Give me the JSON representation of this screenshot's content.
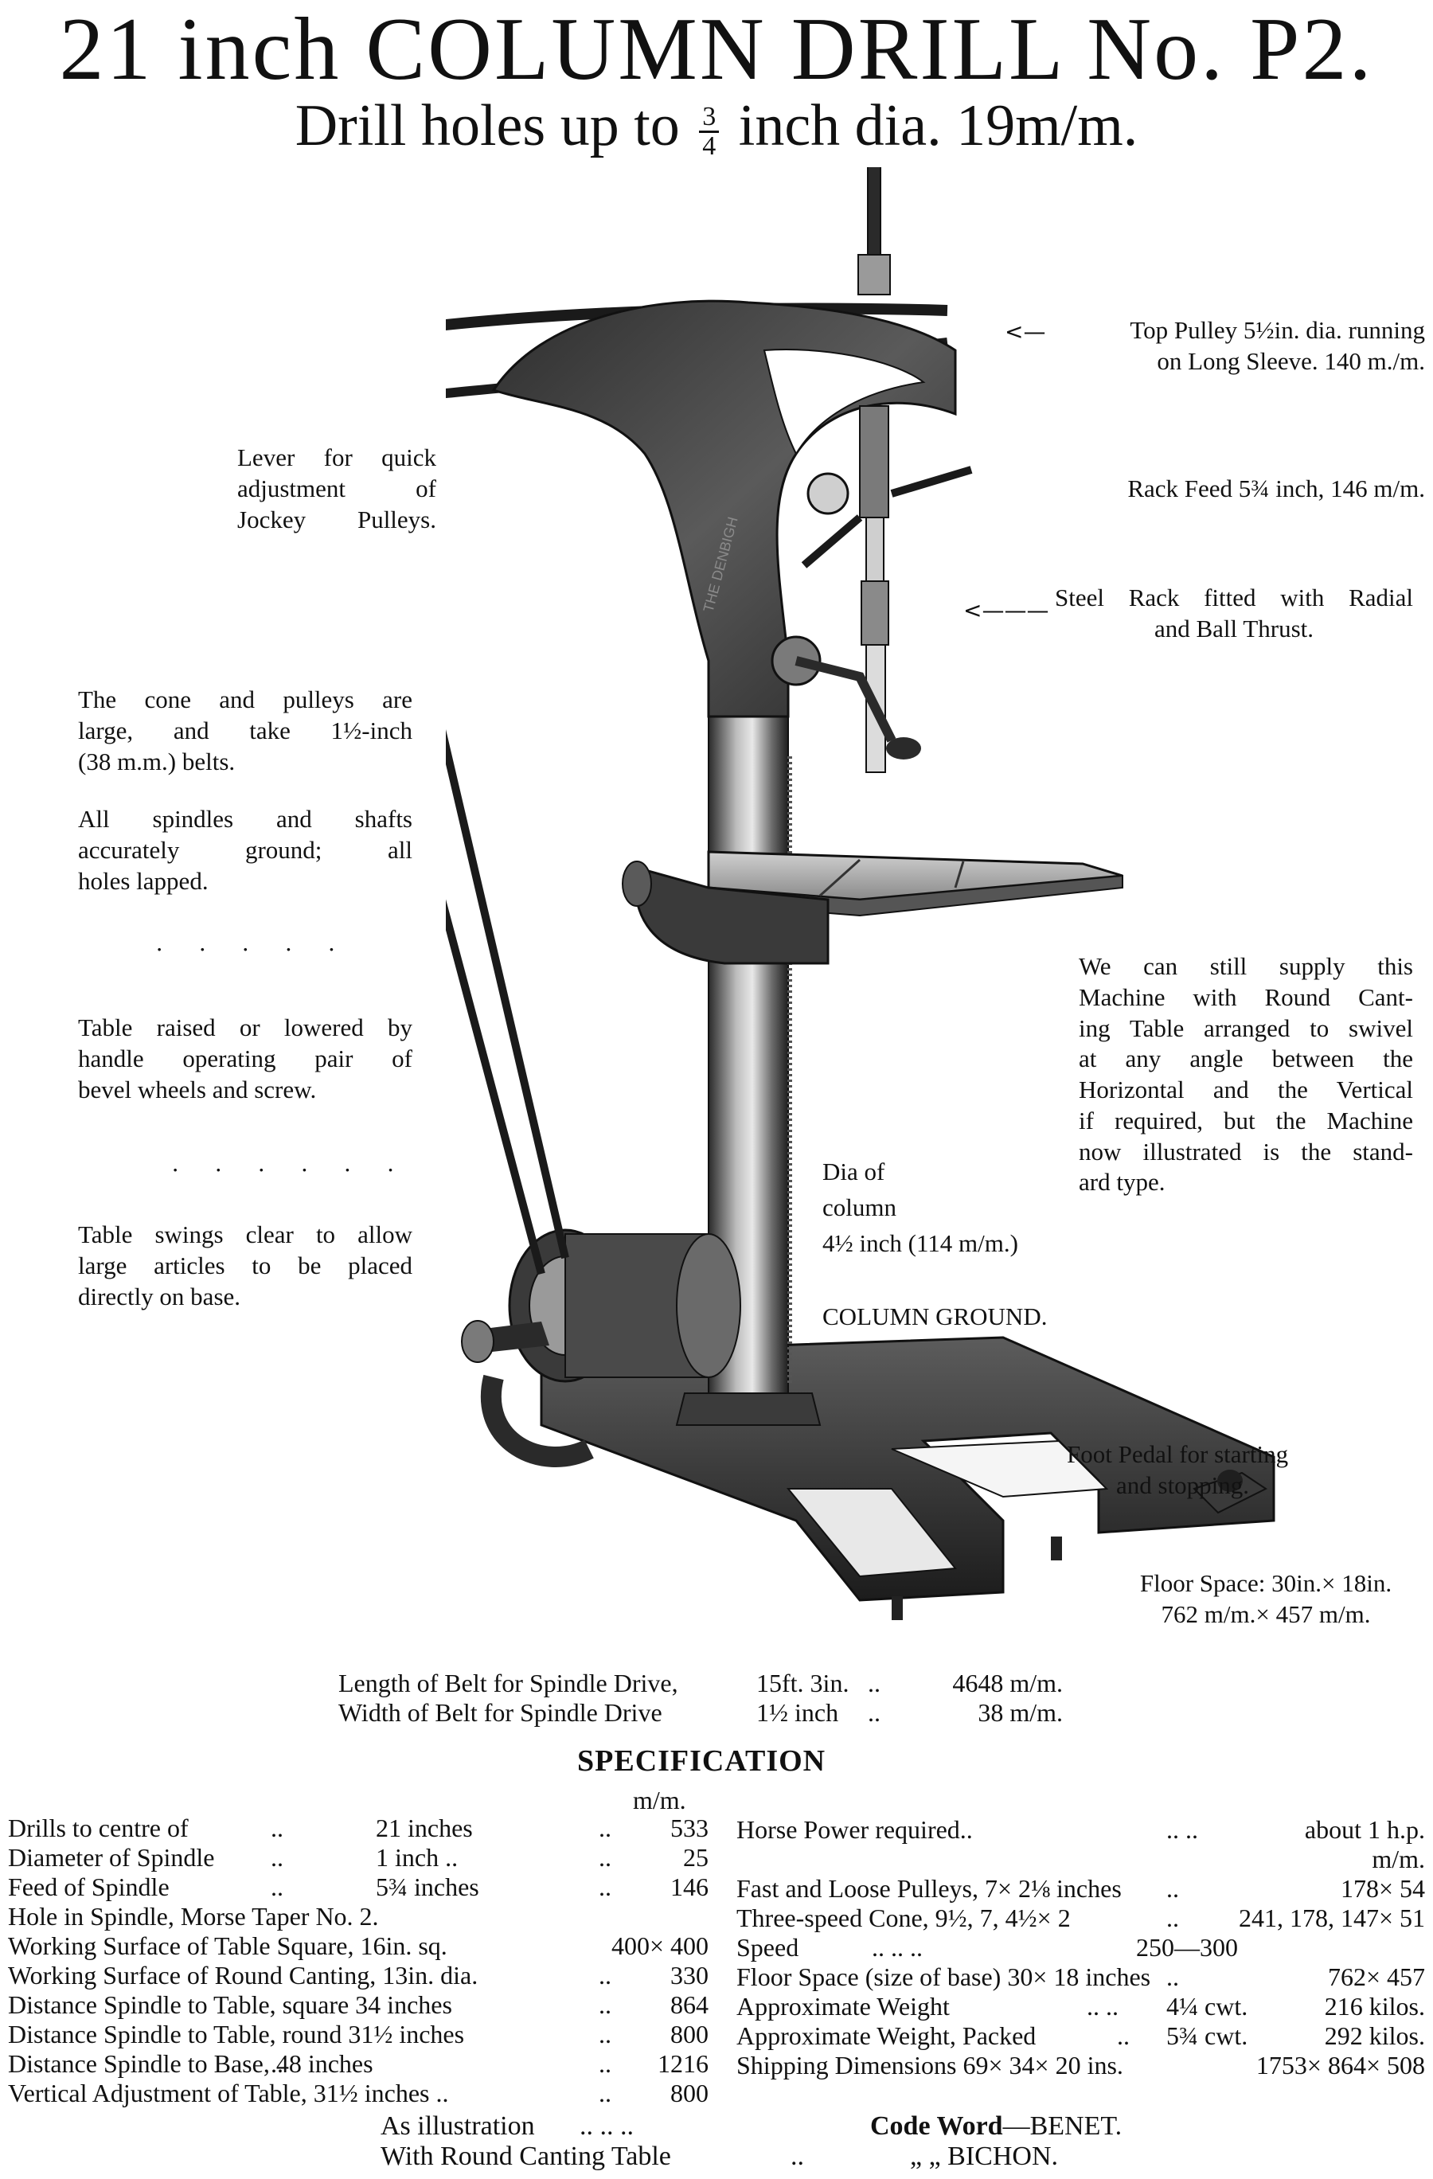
{
  "header": {
    "title": "21 inch COLUMN DRILL No. P2.",
    "subtitle_before": "Drill holes up to ",
    "subtitle_frac_num": "3",
    "subtitle_frac_den": "4",
    "subtitle_after": " inch dia. 19m/m."
  },
  "machine": {
    "maker_mark": "THE DENBIGH"
  },
  "annotations": {
    "top_pulley": [
      "Top Pulley 5½in. dia. running",
      "on Long Sleeve. 140 m./m."
    ],
    "rack_feed": "Rack Feed 5¾ inch, 146 m/m.",
    "steel_rack": [
      "Steel Rack fitted with Radial",
      "and Ball Thrust."
    ],
    "lever": [
      "Lever for quick",
      "adjustment of",
      "Jockey Pulleys."
    ],
    "cone": [
      "The cone and pulleys are",
      "large, and take 1½-inch",
      "(38 m.m.) belts."
    ],
    "spindles": [
      "All spindles and shafts",
      "accurately ground; all",
      "holes lapped."
    ],
    "dots_1": "· · · · ·",
    "table_raised": [
      "Table raised or lowered by",
      "handle operating pair of",
      "bevel wheels and screw."
    ],
    "dots_2": "· · · · · ·",
    "table_swings": [
      "Table swings clear to allow",
      "large articles to be placed",
      "directly on base."
    ],
    "round_table": [
      "We can still supply this",
      "Machine with Round Cant-",
      "ing Table arranged to swivel",
      "at any angle between the",
      "Horizontal and the Vertical",
      "if required, but the Machine",
      "now illustrated is the stand-",
      "ard type."
    ],
    "column": [
      "Dia of",
      "column",
      "4½ inch (114 m/m.)"
    ],
    "column_ground": "COLUMN GROUND.",
    "foot_pedal": [
      "Foot Pedal for starting",
      "and stopping."
    ],
    "floor_space": [
      "Floor Space: 30in.× 18in.",
      "762 m/m.× 457 m/m."
    ]
  },
  "belts": [
    {
      "label": "Length of Belt for Spindle Drive,",
      "imperial": "15ft. 3in.",
      "sep": "..",
      "metric": "4648 m/m."
    },
    {
      "label": "Width of Belt for Spindle Drive",
      "imperial": "1½ inch",
      "sep": "..",
      "metric": "38 m/m."
    }
  ],
  "specification": {
    "heading": "SPECIFICATION",
    "unit_left": "m/m.",
    "unit_right": "m/m.",
    "left_rows": [
      {
        "label": "Drills to centre of",
        "d1": "..",
        "imperial": "21 inches",
        "d2": "..",
        "metric": "533"
      },
      {
        "label": "Diameter of Spindle",
        "d1": "..",
        "imperial": "1 inch ..",
        "d2": "..",
        "metric": "25"
      },
      {
        "label": "Feed of Spindle",
        "d1": "..",
        "imperial": "5¾ inches",
        "d2": "..",
        "metric": "146"
      },
      {
        "label": "Hole in Spindle, Morse Taper No. 2.",
        "d1": "",
        "imperial": "",
        "d2": "",
        "metric": ""
      },
      {
        "label": "Working Surface of Table Square, 16in. sq.",
        "d1": "",
        "imperial": "",
        "d2": "",
        "metric": "400× 400"
      },
      {
        "label": "Working Surface of Round Canting, 13in. dia.",
        "d1": "",
        "imperial": "",
        "d2": "..",
        "metric": "330"
      },
      {
        "label": "Distance Spindle to Table, square 34 inches",
        "d1": "",
        "imperial": "",
        "d2": "..",
        "metric": "864"
      },
      {
        "label": "Distance Spindle to Table, round 31½ inches",
        "d1": "",
        "imperial": "",
        "d2": "..",
        "metric": "800"
      },
      {
        "label": "Distance Spindle to Base, 48 inches",
        "d1": "..",
        "imperial": "",
        "d2": "..",
        "metric": "1216"
      },
      {
        "label": "Vertical Adjustment of Table, 31½ inches ..",
        "d1": "",
        "imperial": "",
        "d2": "..",
        "metric": "800"
      }
    ],
    "right_rows": [
      {
        "label": "Horse Power required..",
        "dots": "..        ..",
        "a": "",
        "b": "about 1 h.p."
      },
      {
        "label": "Fast and Loose Pulleys, 7× 2⅛ inches",
        "dots": "..",
        "a": "",
        "b": "178× 54"
      },
      {
        "label": "Three-speed Cone, 9½, 7, 4½× 2",
        "dots": "..",
        "a": "",
        "b": "241, 178, 147× 51"
      },
      {
        "label": "Speed",
        "dots": "..      ..      ..",
        "a": "",
        "b": "250—300"
      },
      {
        "label": "Floor Space (size of base) 30× 18 inches",
        "dots": "..",
        "a": "",
        "b": "762× 457"
      },
      {
        "label": "Approximate Weight",
        "dots": "..      ..",
        "a": "4¼ cwt.",
        "b": "216 kilos."
      },
      {
        "label": "Approximate Weight, Packed",
        "dots": "..",
        "a": "5¾ cwt.",
        "b": "292 kilos."
      },
      {
        "label": "Shipping Dimensions 69× 34× 20 ins.",
        "dots": "",
        "a": "",
        "b": "1753× 864× 508"
      }
    ]
  },
  "code_words": [
    {
      "label": "As illustration",
      "dots": "..      ..      ..",
      "prefix_bold": "Code Word",
      "prefix_rest": "—BENET."
    },
    {
      "label": "With Round Canting Table",
      "dots": "..",
      "prefix_bold": "",
      "prefix_rest": "„  „  BICHON."
    }
  ],
  "colors": {
    "ink": "#111111",
    "paper": "#ffffff",
    "metal": "#3a3a3a",
    "highlight": "#9a9a9a"
  }
}
